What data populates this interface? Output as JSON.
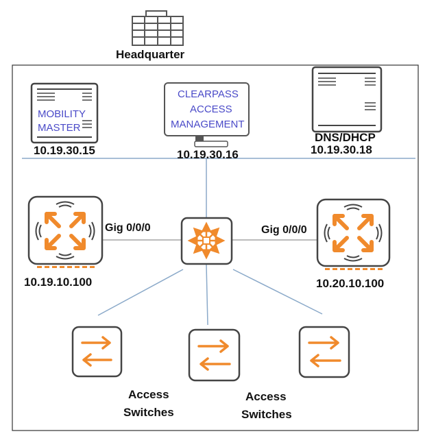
{
  "headquarter": {
    "label": "Headquarter",
    "icon": "building-icon"
  },
  "servers": {
    "mobility_master": {
      "line1": "MOBILITY",
      "line2": "MASTER",
      "ip": "10.19.30.15",
      "icon": "server-icon"
    },
    "clearpass": {
      "line1": "CLEARPASS",
      "line2": "ACCESS",
      "line3": "MANAGEMENT",
      "ip": "10.19.30.16",
      "icon": "monitor-icon"
    },
    "dns_dhcp": {
      "label": "DNS/DHCP",
      "ip": "10.19.30.18",
      "icon": "server-icon"
    }
  },
  "controllers": {
    "left": {
      "ip": "10.19.10.100",
      "link_label": "Gig 0/0/0",
      "icon": "controller-icon"
    },
    "right": {
      "ip": "10.20.10.100",
      "link_label": "Gig 0/0/0",
      "icon": "controller-icon"
    }
  },
  "core": {
    "icon": "core-router-icon"
  },
  "access": {
    "label_a_line1": "Access",
    "label_a_line2": "Switches",
    "label_b_line1": "Access",
    "label_b_line2": "Switches",
    "icon": "switch-icon"
  },
  "colors": {
    "accent_orange": "#f08a2c",
    "line_blue": "#8aa9c9",
    "text_blue": "#4a4ac8",
    "icon_gray": "#555555"
  }
}
